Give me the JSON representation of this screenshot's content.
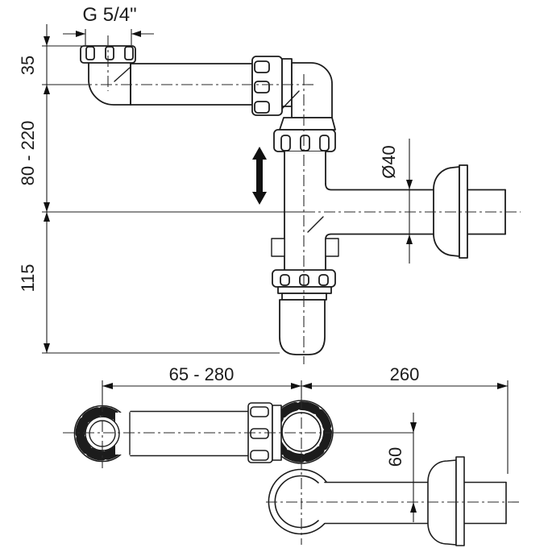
{
  "drawing": {
    "type": "technical-drawing-siphon-trap",
    "views": {
      "front_view": "siphon front elevation",
      "top_view": "siphon plan view"
    },
    "dimensions": {
      "thread_size": "G 5/4\"",
      "inlet_height": "35",
      "height_adjust": "80 - 220",
      "trap_depth": "115",
      "pipe_diameter": "Ø40",
      "length_adjust": "65 - 280",
      "outlet_length": "260",
      "outlet_offset": "60"
    },
    "colors": {
      "line": "#1c1c1c",
      "background": "#ffffff",
      "arrow_fill": "#111111"
    }
  }
}
